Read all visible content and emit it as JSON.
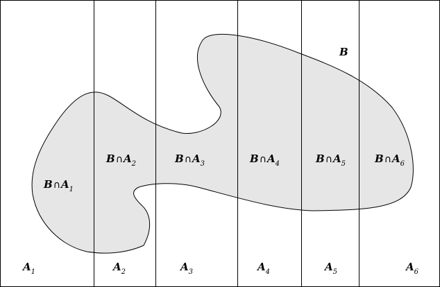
{
  "diagram": {
    "set_b_label": "B",
    "intersections": [
      {
        "base": "B",
        "op": "∩",
        "set": "A",
        "sub": "1"
      },
      {
        "base": "B",
        "op": "∩",
        "set": "A",
        "sub": "2"
      },
      {
        "base": "B",
        "op": "∩",
        "set": "A",
        "sub": "3"
      },
      {
        "base": "B",
        "op": "∩",
        "set": "A",
        "sub": "4"
      },
      {
        "base": "B",
        "op": "∩",
        "set": "A",
        "sub": "5"
      },
      {
        "base": "B",
        "op": "∩",
        "set": "A",
        "sub": "6"
      }
    ],
    "partitions": [
      {
        "name": "A",
        "sub": "1"
      },
      {
        "name": "A",
        "sub": "2"
      },
      {
        "name": "A",
        "sub": "3"
      },
      {
        "name": "A",
        "sub": "4"
      },
      {
        "name": "A",
        "sub": "5"
      },
      {
        "name": "A",
        "sub": "6"
      }
    ],
    "colors": {
      "region_fill": "#e6e6e6",
      "stroke": "#000000",
      "background": "#ffffff"
    }
  }
}
